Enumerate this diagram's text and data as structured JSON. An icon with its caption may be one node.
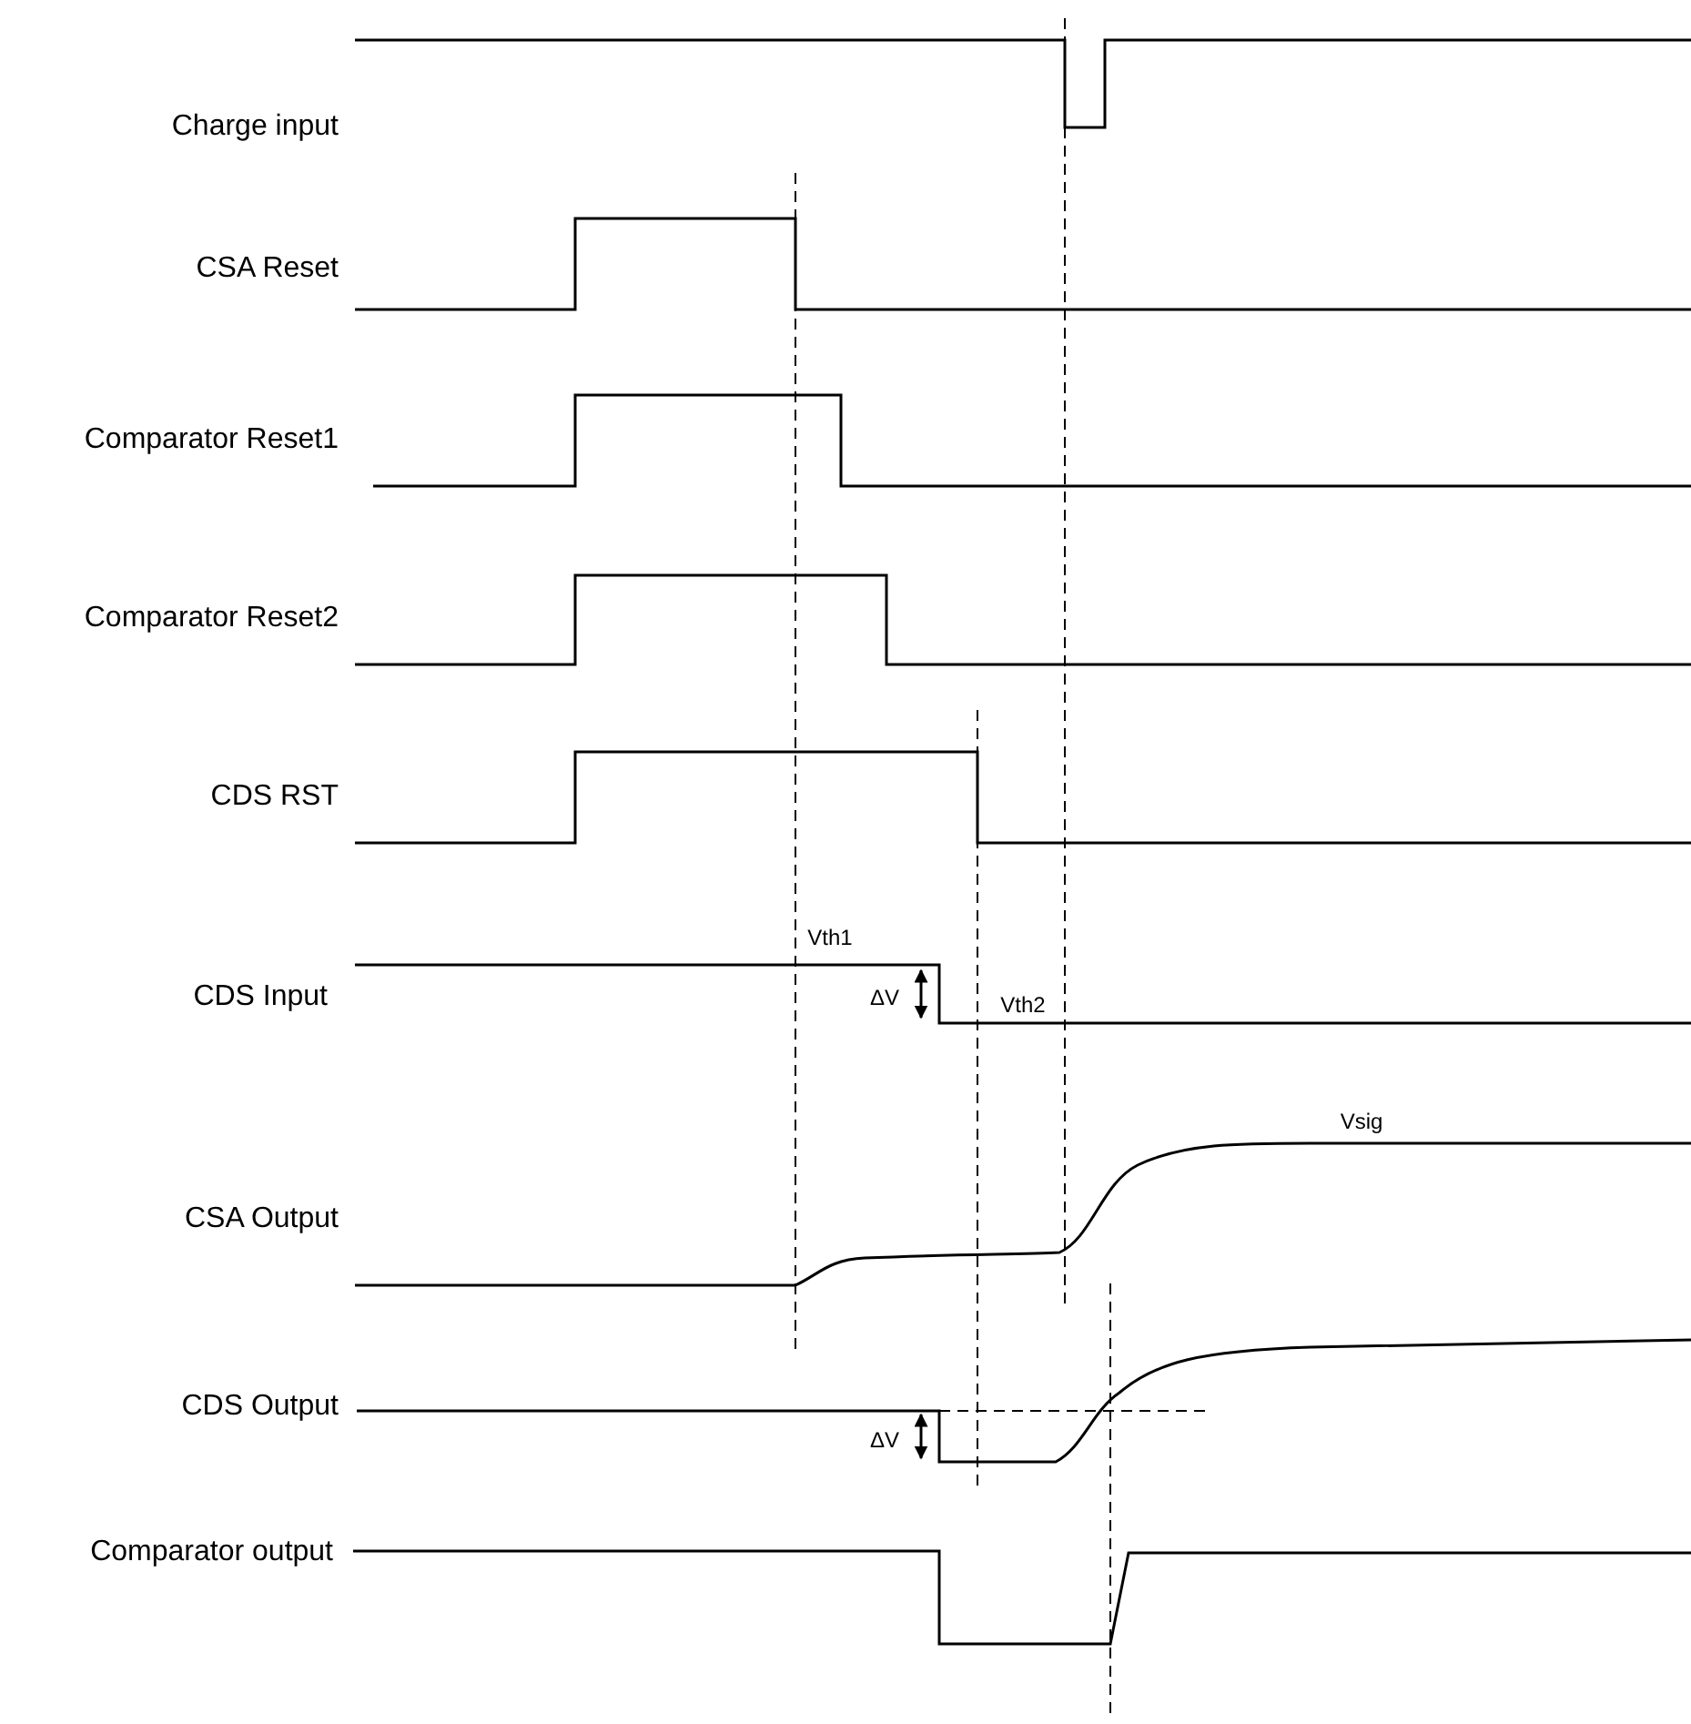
{
  "diagram": {
    "labels": [
      "Charge input",
      "CSA Reset",
      "Comparator Reset1",
      "Comparator Reset2",
      "CDS RST",
      "Vth1",
      "CDS Input",
      "ΔV",
      "Vth2",
      "Vsig",
      "CSA Output",
      "CDS Output",
      "ΔV",
      "Comparator output"
    ]
  }
}
